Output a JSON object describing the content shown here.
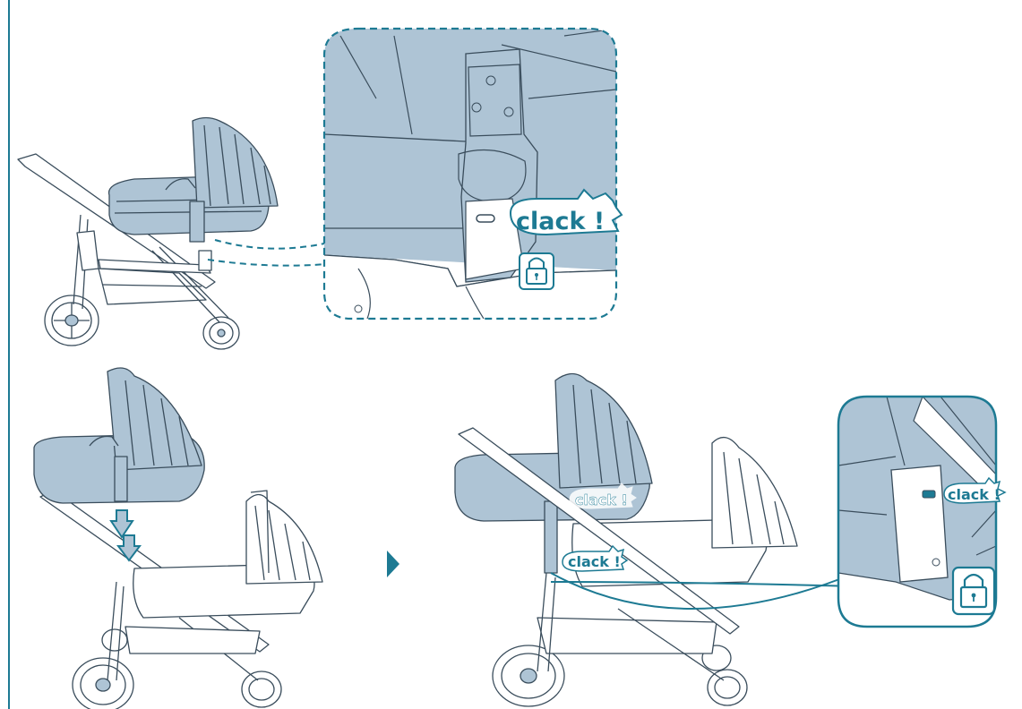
{
  "colors": {
    "accent": "#1d7a93",
    "fill": "#aec4d5",
    "outline": "#3a4d5c",
    "background": "#ffffff"
  },
  "callouts": {
    "top_clack": "clack !",
    "right_clack_seat": "clack !",
    "right_clack_frame": "clack !",
    "zoom_clack": "clack !"
  },
  "icons": {
    "lock": "padlock-icon",
    "arrow": "down-arrow-icon",
    "next": "next-step-triangle-icon"
  }
}
